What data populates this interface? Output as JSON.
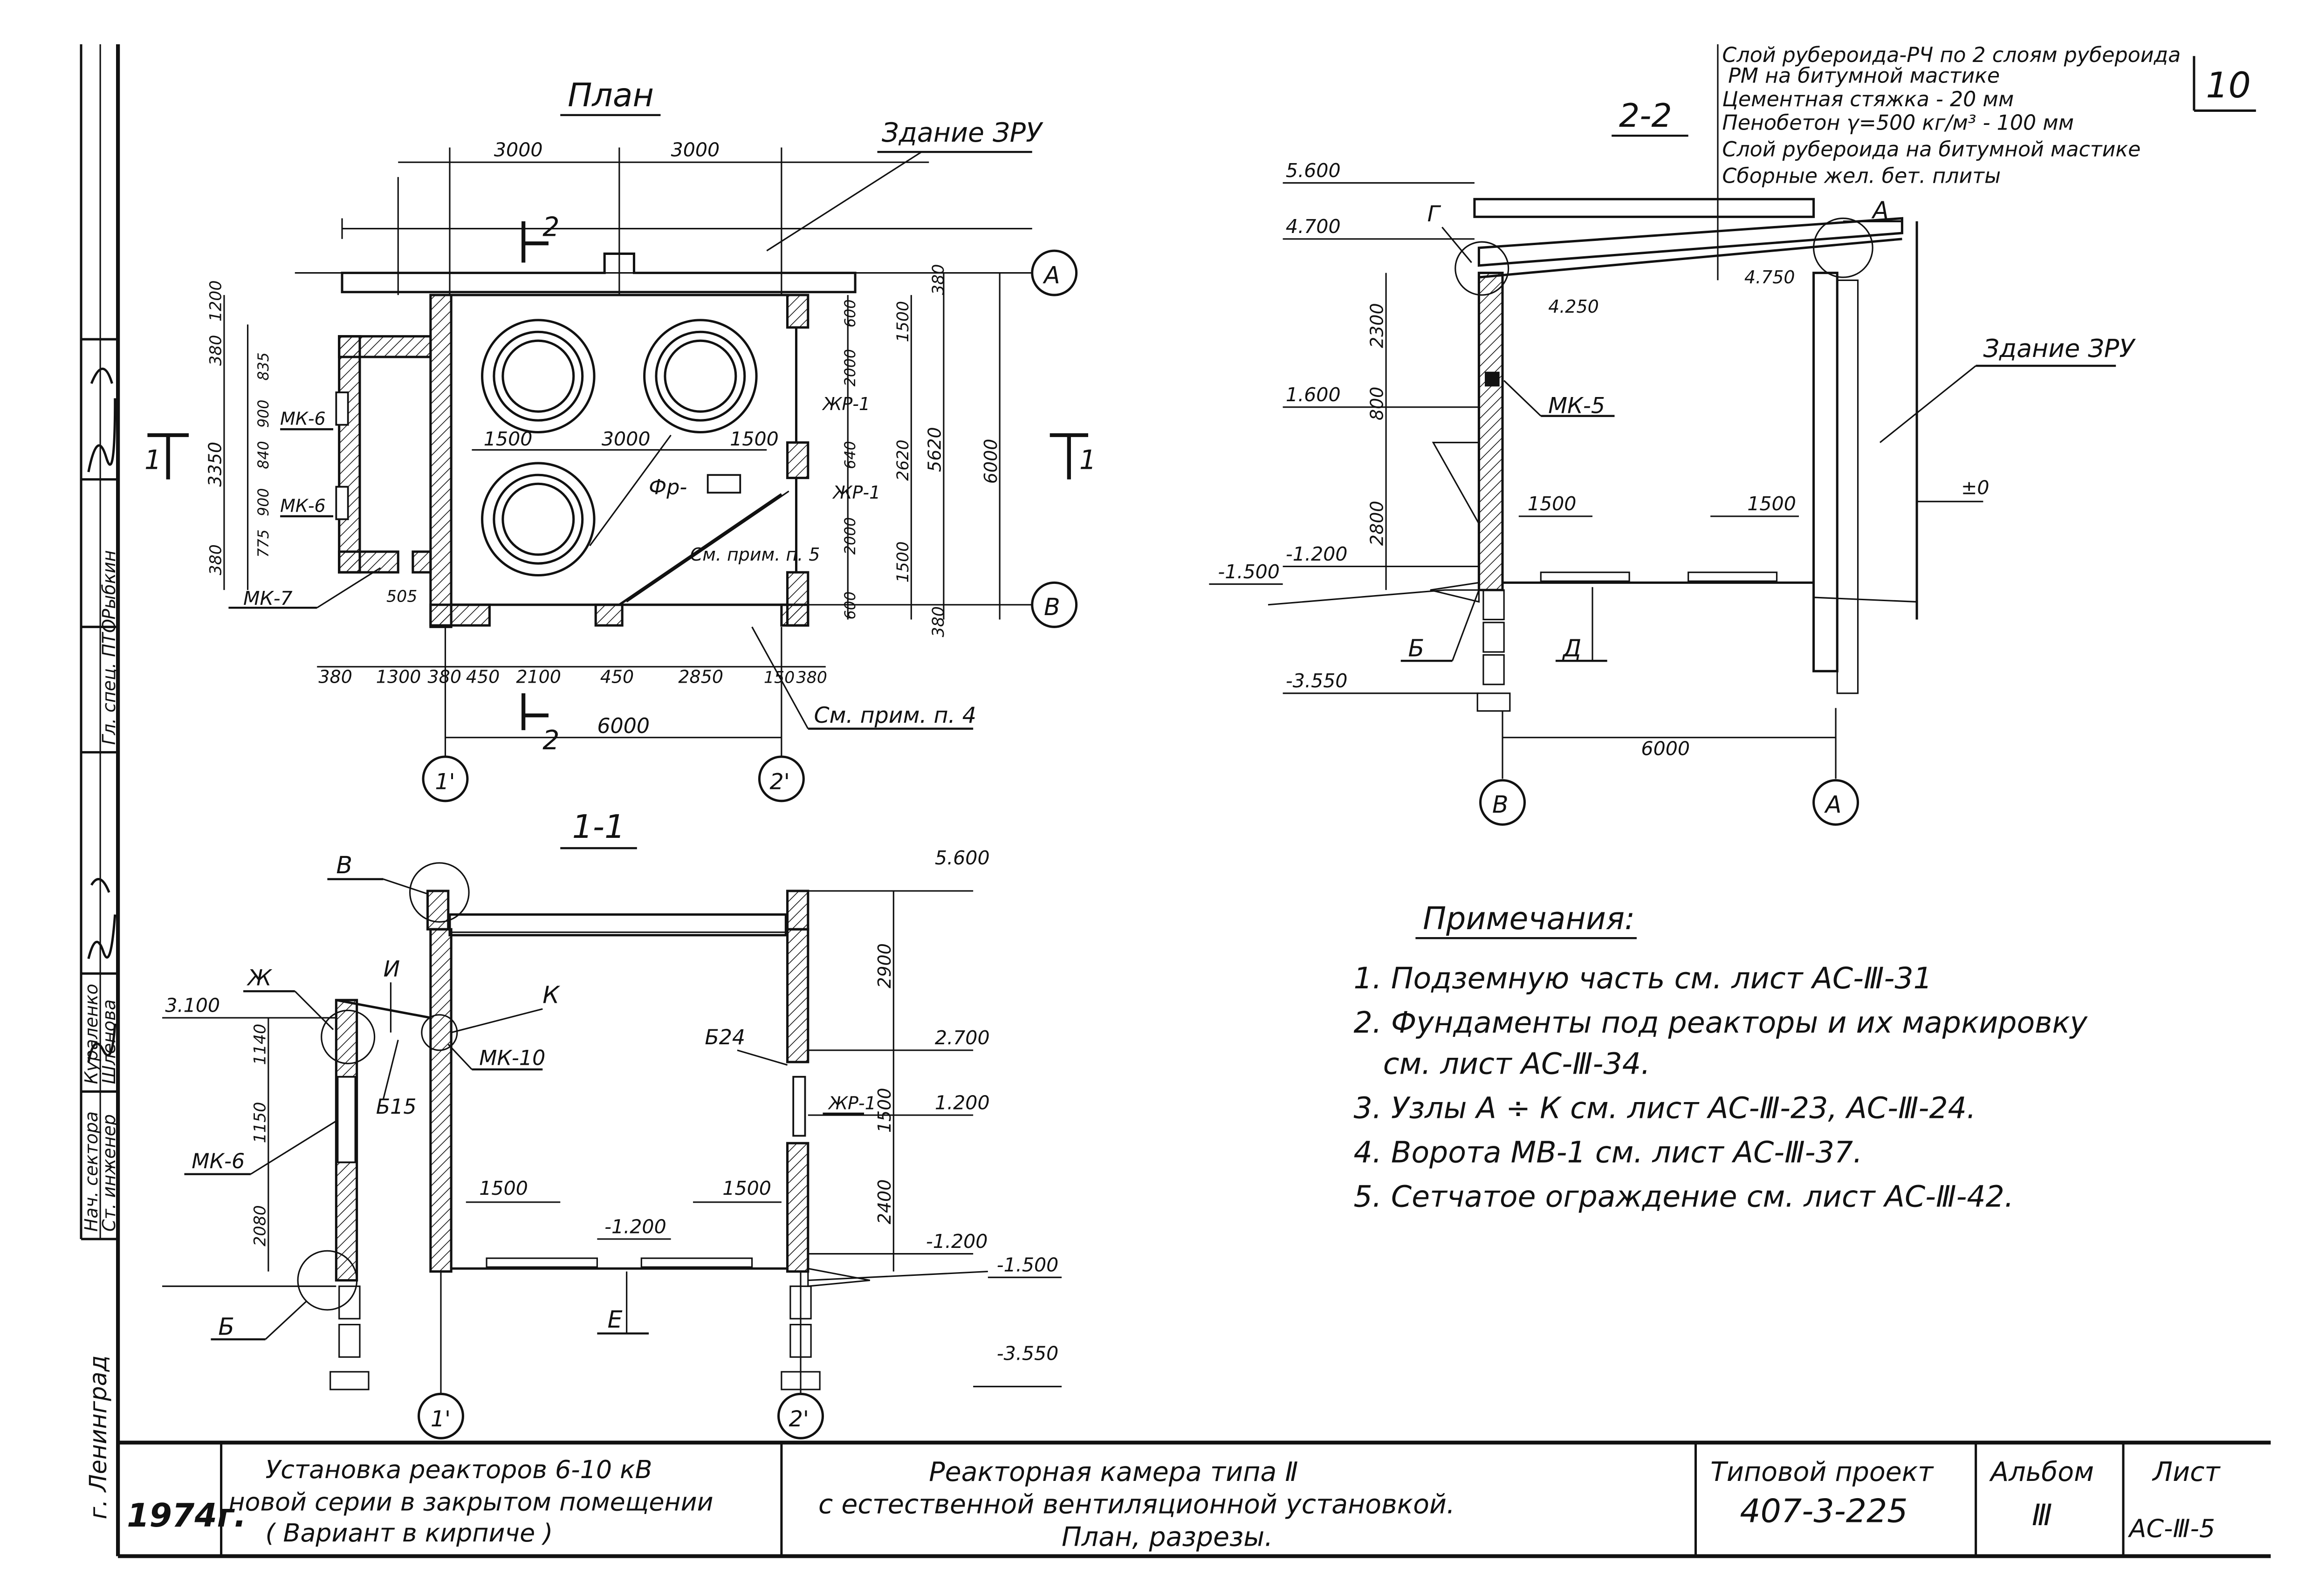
{
  "sheet_number": "10",
  "colors": {
    "ink": "#111111",
    "paper": "#ffffff"
  },
  "plan": {
    "title": "План",
    "zru_label": "Здание ЗРУ",
    "dims_top": [
      "3000",
      "3000"
    ],
    "dims_left": [
      "1200",
      "380",
      "835",
      "900",
      "840",
      "900",
      "775",
      "380",
      "3350"
    ],
    "dims_right": [
      "380",
      "600",
      "2000",
      "640",
      "2000",
      "600",
      "380",
      "1500",
      "2620",
      "1500",
      "5620",
      "6000"
    ],
    "dims_bottom": [
      "380",
      "1300",
      "380",
      "450",
      "2100",
      "450",
      "2850",
      "150",
      "380",
      "6000"
    ],
    "inner_dims": [
      "1500",
      "3000",
      "1500"
    ],
    "labels": {
      "mk6_1": "МК-6",
      "mk6_2": "МК-6",
      "mk7": "МК-7",
      "dim505": "505",
      "zhr1_a": "ЖР-1",
      "zhr1_b": "ЖР-1",
      "fr": "Фр-",
      "note5": "См. прим. п. 5",
      "note4": "См. прим. п. 4",
      "axis_a": "А",
      "axis_b": "В",
      "axis_1": "1'",
      "axis_2": "2'",
      "cut1_left": "1",
      "cut1_right": "1",
      "cut2_top": "2",
      "cut2_bottom": "2"
    }
  },
  "section22": {
    "title": "2-2",
    "layers": [
      "Слой рубероида-РЧ по 2 слоям рубероида",
      "РМ на битумной мастике",
      "Цементная стяжка - 20 мм",
      "Пенобетон γ=500 кг/м³ - 100 мм",
      "Слой рубероида на битумной мастике",
      "Сборные жел. бет. плиты"
    ],
    "elevations": [
      "5.600",
      "4.700",
      "1.600",
      "-1.200",
      "-1.500",
      "-3.550",
      "4.250",
      "4.750",
      "±0"
    ],
    "dims": [
      "2300",
      "800",
      "2800",
      "1500",
      "1500",
      "6000"
    ],
    "labels": {
      "g": "Г",
      "a": "А",
      "b": "Б",
      "d": "Д",
      "mk5": "МК-5",
      "zru": "Здание ЗРУ",
      "axis_b": "В",
      "axis_a": "А"
    }
  },
  "section11": {
    "title": "1-1",
    "elevations": [
      "5.600",
      "3.100",
      "2.700",
      "1.200",
      "-1.200",
      "-1.200",
      "-1.500",
      "-3.550"
    ],
    "dims": [
      "1140",
      "1150",
      "2080",
      "2900",
      "1500",
      "2400",
      "1500",
      "1500"
    ],
    "labels": {
      "v": "В",
      "i": "И",
      "zh": "Ж",
      "k": "К",
      "mk10": "МК-10",
      "b15": "Б15",
      "b24": "Б24",
      "zhr1": "ЖР-1",
      "mk6": "МК-6",
      "b": "Б",
      "e": "Е",
      "axis_1": "1'",
      "axis_2": "2'"
    }
  },
  "notes": {
    "title": "Примечания:",
    "items": [
      "1. Подземную часть см. лист АС-Ⅲ-31",
      "2. Фундаменты под реакторы и их маркировку",
      "см. лист АС-Ⅲ-34.",
      "3. Узлы А ÷ К см. лист АС-Ⅲ-23, АС-Ⅲ-24.",
      "4. Ворота МВ-1 см. лист АС-Ⅲ-37.",
      "5. Сетчатое ограждение см. лист АС-Ⅲ-42."
    ]
  },
  "title_block": {
    "city": "г. Ленинград",
    "year": "1974г.",
    "subject_lines": [
      "Установка реакторов 6-10 кВ",
      "новой серии в закрытом помещении",
      "( Вариант в кирпиче )"
    ],
    "title_lines": [
      "Реакторная камера типа Ⅱ",
      "с естественной вентиляционной установкой.",
      "План, разрезы."
    ],
    "project_label": "Типовой проект",
    "project_value": "407-3-225",
    "album_label": "Альбом",
    "album_value": "Ⅲ",
    "sheet_label": "Лист",
    "sheet_value": "АС-Ⅲ-5"
  },
  "stamps": {
    "roles": [
      "Нач. сектора",
      "Ст. инженер",
      "Гл. спец. ПТО"
    ],
    "names": [
      "Кураленко",
      "Шленова",
      "Рыбкин"
    ]
  }
}
